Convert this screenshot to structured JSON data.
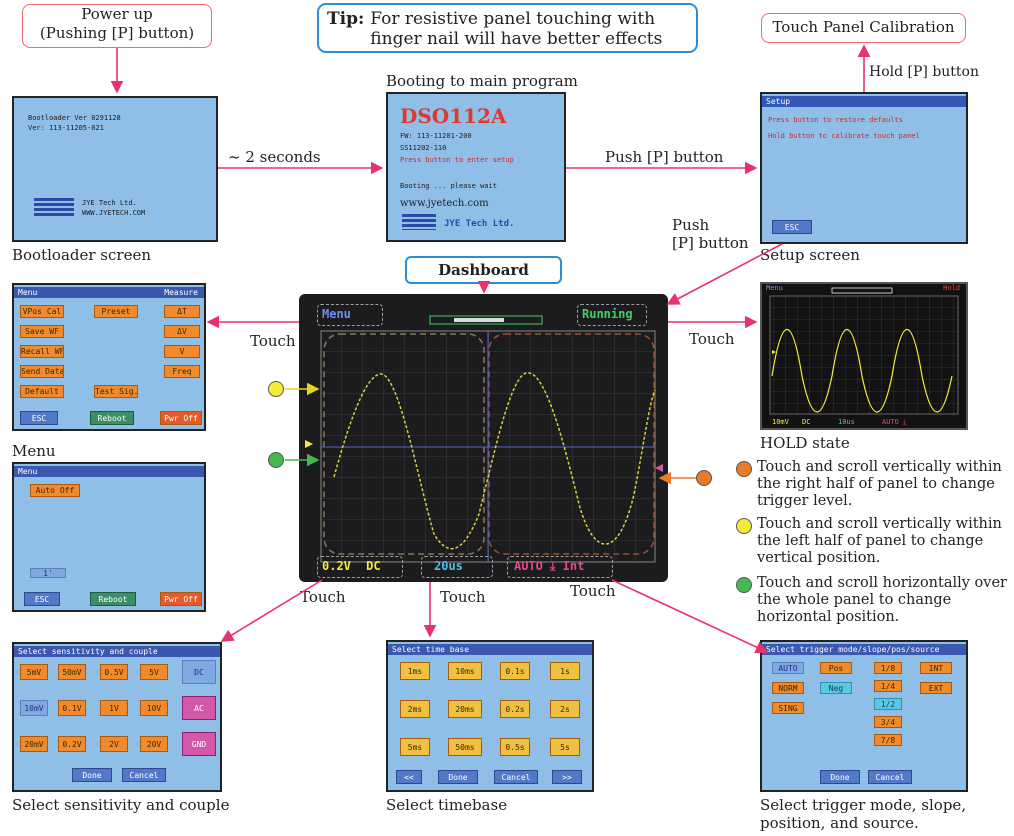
{
  "tip": {
    "label": "Tip:",
    "text": "For resistive panel touching with finger nail will have better effects"
  },
  "power_up": {
    "line1": "Power up",
    "line2": "(Pushing [P] button)"
  },
  "calibration": {
    "label": "Touch Panel Calibration",
    "hold": "Hold [P] button"
  },
  "boot_title": "Booting to main program",
  "arrows": {
    "two_seconds": "~ 2 seconds",
    "push_p": "Push [P] button",
    "push_p2a": "Push",
    "push_p2b": "[P] button"
  },
  "dashboard_label": "Dashboard",
  "bootloader": {
    "caption": "Bootloader screen",
    "line1": "Bootloader Ver 0291128",
    "line2": "Ver: 113-11205-021",
    "company": "JYE Tech Ltd.",
    "url": "WWW.JYETECH.COM"
  },
  "booting": {
    "model": "DSO112A",
    "fw": "FW: 113-11201-200",
    "sn": "SS11202-110",
    "hint": "Press button to enter setup",
    "status": "Booting ... please wait",
    "url": "www.jyetech.com",
    "brand": "JYE Tech Ltd."
  },
  "setup": {
    "caption": "Setup screen",
    "title": "Setup",
    "l1": "Press button to restore defaults",
    "l2": "Hold button to calibrate touch panel",
    "esc": "ESC"
  },
  "touch": "Touch",
  "dashboard": {
    "menu": "Menu",
    "running": "Running",
    "volts": "0.2V",
    "coupling": "DC",
    "timebase": "20us",
    "trigger": "AUTO ⤓ Int"
  },
  "menu1": {
    "caption": "Menu",
    "title": "Menu",
    "r_title": "Measure",
    "buttons": [
      "VPos Cal",
      "Save WF",
      "Recall WF",
      "Send Data",
      "Default",
      "Preset",
      "Test Sig.",
      "ΔT",
      "ΔV",
      "V",
      "Freq"
    ],
    "esc": "ESC",
    "reboot": "Reboot",
    "pwroff": "Pwr Off"
  },
  "menu2": {
    "title": "Menu",
    "auto": "Auto Off",
    "val": "1'",
    "esc": "ESC",
    "reboot": "Reboot",
    "pwroff": "Pwr Off"
  },
  "hold": {
    "caption": "HOLD state",
    "menu": "Menu",
    "status": "Hold",
    "volts": "10mV",
    "dc": "DC",
    "tb": "10us",
    "trig": "AUTO ⤓"
  },
  "notes": {
    "orange": "Touch and scroll vertically within the right half of panel to change trigger level.",
    "yellow": "Touch and scroll vertically within the left half of panel to change vertical position.",
    "green": "Touch and scroll horizontally over the whole panel to change horizontal position."
  },
  "sens": {
    "caption": "Select sensitivity and couple",
    "title": "Select sensitivity and couple",
    "grid": [
      "5mV",
      "50mV",
      "0.5V",
      "5V",
      "10mV",
      "0.1V",
      "1V",
      "10V",
      "20mV",
      "0.2V",
      "2V",
      "20V"
    ],
    "dc": "DC",
    "ac": "AC",
    "gnd": "GND",
    "done": "Done",
    "cancel": "Cancel"
  },
  "timebase": {
    "caption": "Select timebase",
    "title": "Select time base",
    "grid": [
      "1ms",
      "10ms",
      "0.1s",
      "1s",
      "2ms",
      "20ms",
      "0.2s",
      "2s",
      "5ms",
      "50ms",
      "0.5s",
      "5s"
    ],
    "prev": "<<",
    "done": "Done",
    "cancel": "Cancel",
    "next": ">>"
  },
  "trig": {
    "caption1": "Select trigger mode, slope,",
    "caption2": "position, and source.",
    "title": "Select trigger mode/slope/pos/source",
    "auto": "AUTO",
    "norm": "NORM",
    "sing": "SING",
    "pos": "Pos",
    "neg": "Neg",
    "p1": "1/8",
    "p2": "1/4",
    "p3": "1/2",
    "p4": "3/4",
    "p5": "7/8",
    "int": "INT",
    "ext": "EXT",
    "done": "Done",
    "cancel": "Cancel"
  },
  "colors": {
    "pink": "#e8326e",
    "orange": "#e87a28",
    "yellow": "#f4ec38",
    "green": "#46b850",
    "blue": "#2c8ed8"
  }
}
